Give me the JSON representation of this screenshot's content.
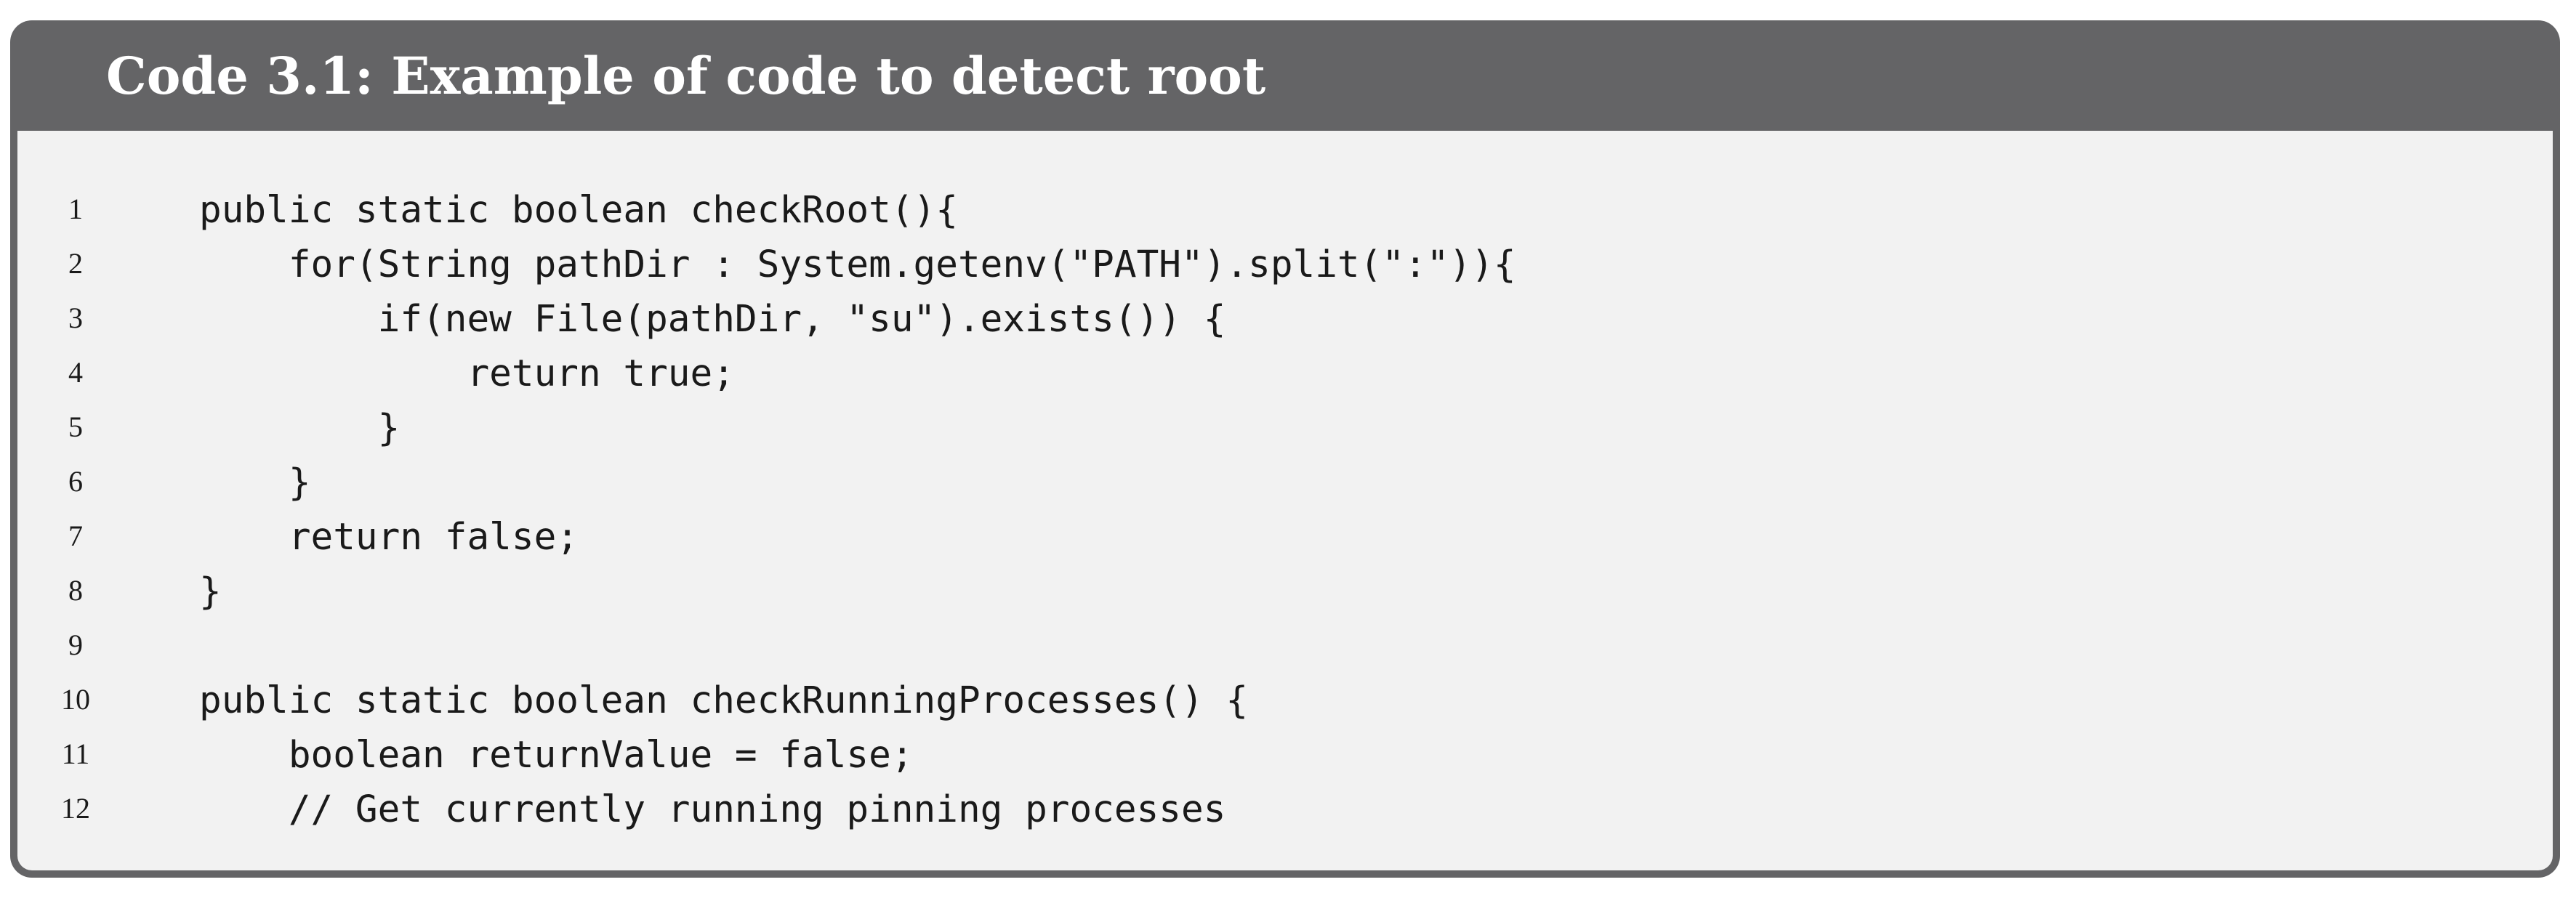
{
  "listing": {
    "title": "Code 3.1: Example of code to detect root",
    "lines": [
      {
        "num": "1",
        "code": "public static boolean checkRoot(){"
      },
      {
        "num": "2",
        "code": "    for(String pathDir : System.getenv(\"PATH\").split(\":\")){"
      },
      {
        "num": "3",
        "code": "        if(new File(pathDir, \"su\").exists()) {"
      },
      {
        "num": "4",
        "code": "            return true;"
      },
      {
        "num": "5",
        "code": "        }"
      },
      {
        "num": "6",
        "code": "    }"
      },
      {
        "num": "7",
        "code": "    return false;"
      },
      {
        "num": "8",
        "code": "}"
      },
      {
        "num": "9",
        "code": ""
      },
      {
        "num": "10",
        "code": "public static boolean checkRunningProcesses() {"
      },
      {
        "num": "11",
        "code": "    boolean returnValue = false;"
      },
      {
        "num": "12",
        "code": "    // Get currently running pinning processes"
      }
    ]
  },
  "colors": {
    "frame": "#646466",
    "background": "#f2f2f2",
    "title_text": "#ffffff",
    "code_text": "#1a1a1a"
  }
}
